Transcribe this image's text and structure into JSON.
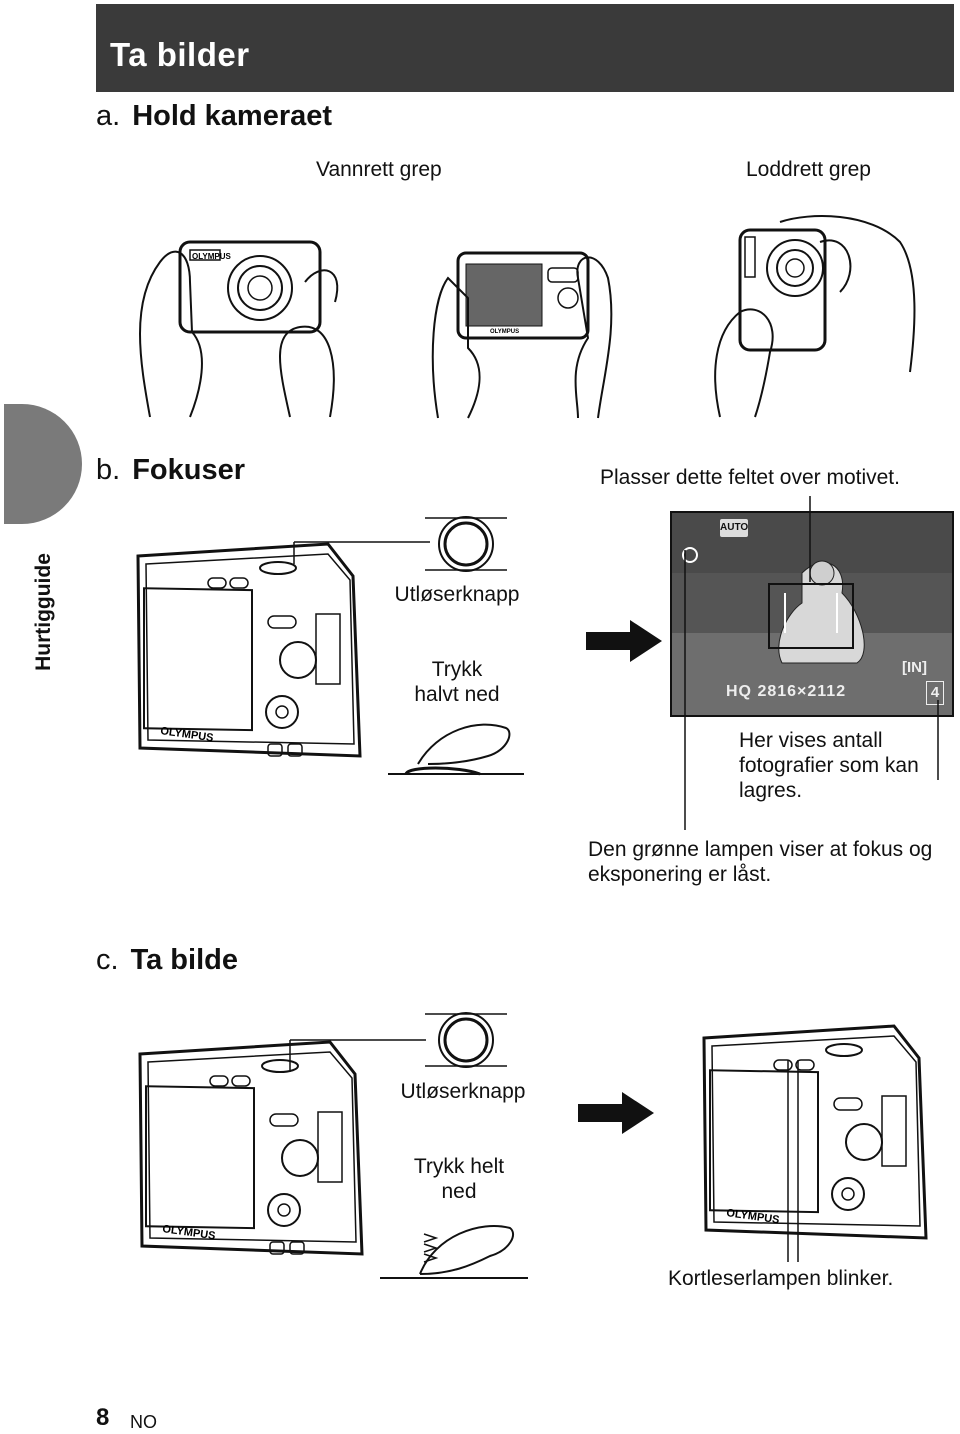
{
  "header": {
    "title": "Ta bilder"
  },
  "side_tab": {
    "label": "Hurtigguide"
  },
  "section_a": {
    "letter": "a.",
    "title": "Hold kameraet",
    "labels": {
      "horizontal": "Vannrett grep",
      "vertical": "Loddrett grep"
    }
  },
  "section_b": {
    "letter": "b.",
    "title": "Fokuser",
    "field_note": "Plasser dette feltet over motivet.",
    "shutter_label": "Utløserknapp",
    "press_label": "Trykk\nhalvt ned",
    "screen": {
      "mode": "AUTO",
      "quality": "HQ  2816×2112",
      "memory": "IN",
      "count": "4"
    },
    "count_note": "Her vises antall fotografier som kan lagres.",
    "lamp_note": "Den grønne lampen viser at fokus og eksponering er låst."
  },
  "section_c": {
    "letter": "c.",
    "title": "Ta bilde",
    "shutter_label": "Utløserknapp",
    "press_label": "Trykk helt\nned",
    "lamp_note": "Kortleserlampen blinker."
  },
  "brand": "OLYMPUS",
  "footer": {
    "page": "8",
    "lang": "NO"
  },
  "colors": {
    "header": "#3a3a3a",
    "side_tab": "#7a7a7a",
    "screen": "#4a4a4a"
  }
}
